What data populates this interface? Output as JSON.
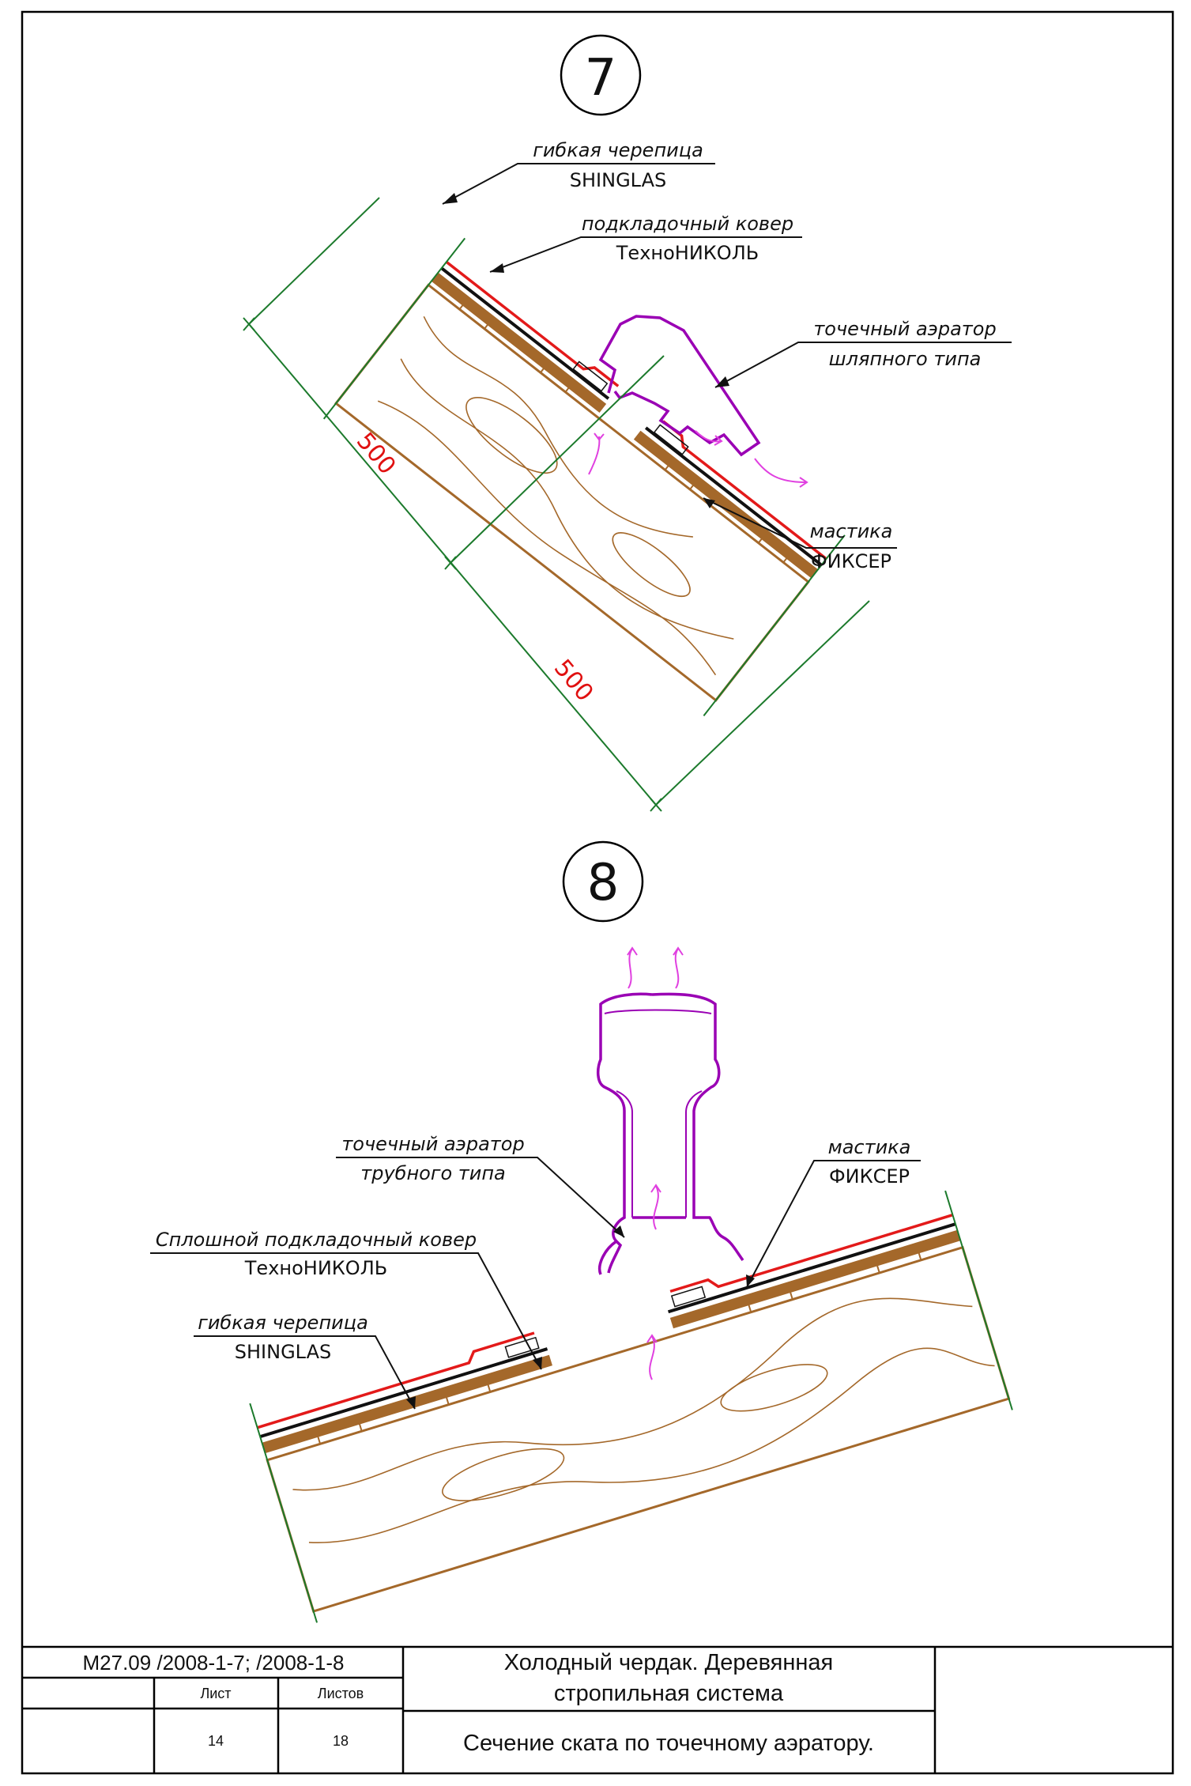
{
  "details": [
    {
      "number": "7",
      "labels": {
        "shingles": [
          "гибкая черепица",
          "SHINGLAS"
        ],
        "underlay": [
          "подкладочный ковер",
          "ТехноНИКОЛЬ"
        ],
        "aerator": [
          "точечный аэратор",
          "шляпного типа"
        ],
        "mastic": [
          "мастика",
          "ФИКСЕР"
        ]
      },
      "dimensions": [
        "500",
        "500"
      ]
    },
    {
      "number": "8",
      "labels": {
        "aerator": [
          "точечный аэратор",
          "трубного типа"
        ],
        "mastic": [
          "мастика",
          "ФИКСЕР"
        ],
        "underlay": [
          "Сплошной подкладочный ковер",
          "ТехноНИКОЛЬ"
        ],
        "shingles": [
          "гибкая черепица",
          "SHINGLAS"
        ]
      }
    }
  ],
  "title_block": {
    "code": "М27.09 /2008-1-7;   /2008-1-8",
    "sheet_label": "Лист",
    "sheets_label": "Листов",
    "sheet": "14",
    "sheets": "18",
    "title_line1": "Холодный чердак. Деревянная",
    "title_line2": "стропильная система",
    "subtitle": "Сечение ската по точечному аэратору."
  },
  "colors": {
    "frame": "#000000",
    "dimension_green": "#1c7a2c",
    "dimension_text": "#e01010",
    "shingles_red": "#e31a1a",
    "underlay_black": "#111111",
    "wood": "#a4682a",
    "aerator_purple": "#9a00b4",
    "airflow_arrow": "#e040e0"
  }
}
